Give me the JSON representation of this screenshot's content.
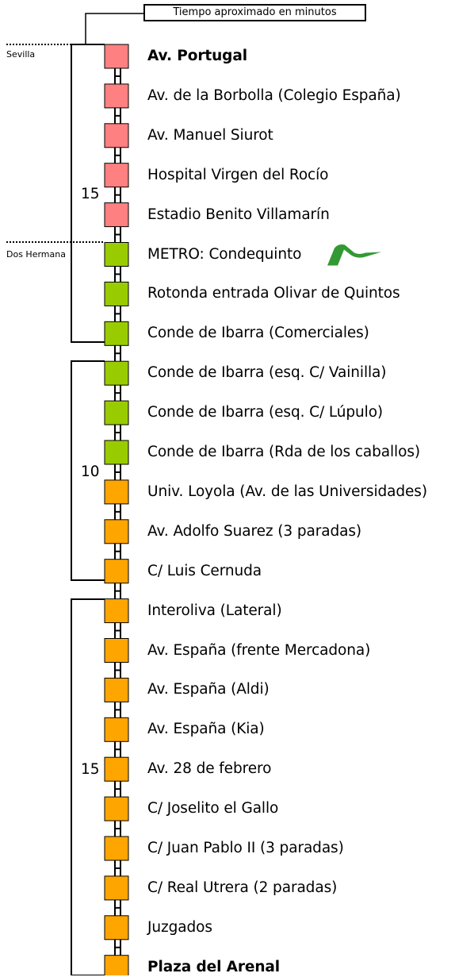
{
  "legend": {
    "note": "Tiempo aproximado en minutos"
  },
  "zones": [
    {
      "name": "Sevilla"
    },
    {
      "name": "Dos Hermana"
    }
  ],
  "colors": {
    "sevilla": "#ff8080",
    "green": "#99cc00",
    "orange": "#ffa500",
    "metro_logo": "#339933"
  },
  "segments": [
    {
      "minutes": "15"
    },
    {
      "minutes": "10"
    },
    {
      "minutes": "15"
    }
  ],
  "stops": [
    {
      "name": "Av. Portugal",
      "color": "#ff8080",
      "bold": true
    },
    {
      "name": "Av. de la Borbolla (Colegio España)",
      "color": "#ff8080",
      "bold": false
    },
    {
      "name": "Av. Manuel Siurot",
      "color": "#ff8080",
      "bold": false
    },
    {
      "name": "Hospital Virgen del Rocío",
      "color": "#ff8080",
      "bold": false
    },
    {
      "name": "Estadio Benito Villamarín",
      "color": "#ff8080",
      "bold": false
    },
    {
      "name": "METRO: Condequinto",
      "color": "#99cc00",
      "bold": false,
      "icon": "metro-logo-icon"
    },
    {
      "name": "Rotonda entrada Olivar de Quintos",
      "color": "#99cc00",
      "bold": false
    },
    {
      "name": "Conde de Ibarra (Comerciales)",
      "color": "#99cc00",
      "bold": false
    },
    {
      "name": "Conde de Ibarra (esq. C/ Vainilla)",
      "color": "#99cc00",
      "bold": false
    },
    {
      "name": "Conde de Ibarra (esq. C/ Lúpulo)",
      "color": "#99cc00",
      "bold": false
    },
    {
      "name": "Conde de Ibarra (Rda de los caballos)",
      "color": "#99cc00",
      "bold": false
    },
    {
      "name": "Univ. Loyola (Av. de las Universidades)",
      "color": "#ffa500",
      "bold": false
    },
    {
      "name": "Av. Adolfo Suarez (3 paradas)",
      "color": "#ffa500",
      "bold": false
    },
    {
      "name": "C/ Luis Cernuda",
      "color": "#ffa500",
      "bold": false
    },
    {
      "name": "Interoliva (Lateral)",
      "color": "#ffa500",
      "bold": false
    },
    {
      "name": "Av. España (frente Mercadona)",
      "color": "#ffa500",
      "bold": false
    },
    {
      "name": "Av. España (Aldi)",
      "color": "#ffa500",
      "bold": false
    },
    {
      "name": "Av. España (Kia)",
      "color": "#ffa500",
      "bold": false
    },
    {
      "name": "Av. 28 de febrero",
      "color": "#ffa500",
      "bold": false
    },
    {
      "name": "C/ Joselito el Gallo",
      "color": "#ffa500",
      "bold": false
    },
    {
      "name": "C/ Juan Pablo II (3 paradas)",
      "color": "#ffa500",
      "bold": false
    },
    {
      "name": "C/ Real Utrera (2 paradas)",
      "color": "#ffa500",
      "bold": false
    },
    {
      "name": "Juzgados",
      "color": "#ffa500",
      "bold": false
    },
    {
      "name": "Plaza del Arenal",
      "color": "#ffa500",
      "bold": true
    }
  ]
}
